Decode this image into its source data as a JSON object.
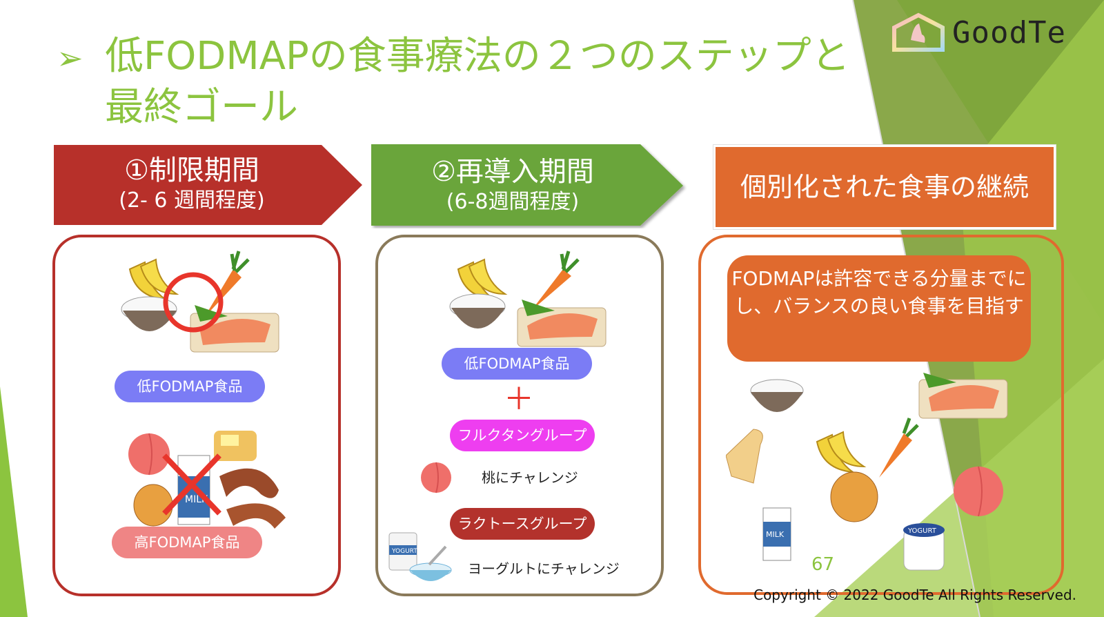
{
  "title": {
    "bullet": "➢",
    "line1": "低FODMAPの食事療法の２つのステップと",
    "line2": "最終ゴール"
  },
  "logo": {
    "text": "GoodTe"
  },
  "steps": [
    {
      "main": "①制限期間",
      "sub": "(2- 6 週間程度)"
    },
    {
      "main": "②再導入期間",
      "sub": "(6-8週間程度)"
    },
    {
      "main": "個別化された食事の継続"
    }
  ],
  "panel1": {
    "low_label": "低FODMAP食品",
    "high_label": "高FODMAP食品"
  },
  "panel2": {
    "low_label": "低FODMAP食品",
    "plus": "＋",
    "fructan_label": "フルクタングループ",
    "peach_caption": "桃にチャレンジ",
    "lactose_label": "ラクトースグループ",
    "yogurt_caption": "ヨーグルトにチャレンジ"
  },
  "panel3": {
    "goal_text": "FODMAPは許容できる分量までにし、バランスの良い食事を目指す"
  },
  "labels": {
    "milk": "MILK",
    "yogurt": "YOGURT"
  },
  "page_number": "67",
  "copyright": "Copyright © 2022 GoodTe All Rights Reserved.",
  "colors": {
    "accent_green": "#8cc43f",
    "step1_red": "#b7302a",
    "step2_green": "#6aa53b",
    "step3_orange": "#e06a2e",
    "pill_purple": "#7b7cf5",
    "pill_pink": "#ef8585",
    "pill_magenta": "#ee3ef0",
    "pill_darkred": "#b3322c"
  }
}
